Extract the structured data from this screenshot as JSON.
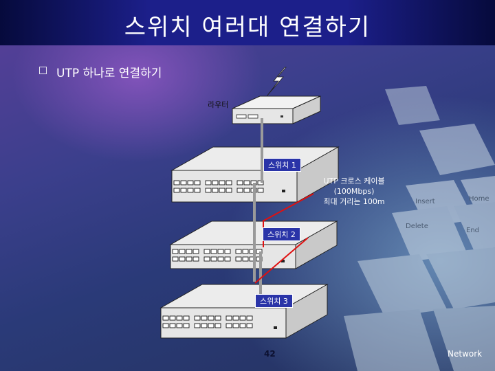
{
  "title": "스위치 여러대 연결하기",
  "bullet": "UTP 하나로 연결하기",
  "router_label": "라우터",
  "switch1_label": "스위치 1",
  "switch2_label": "스위치 2",
  "switch3_label": "스위치 3",
  "cable_note": {
    "line1": "UTP 크로스 케이블",
    "line2": "(100Mbps)",
    "line3": "최대 거리는 100m"
  },
  "page_number": "42",
  "footer": "Network",
  "background_keys": [
    "Insert",
    "Home",
    "Delete",
    "End"
  ],
  "colors": {
    "title_bar": "#1c1f8a",
    "crossover_cable": "#e01010",
    "uplink_cable": "#9a9a9a",
    "device_face": "#e8e8e8"
  },
  "icons": [
    "bullet-square-icon",
    "lightning-icon"
  ]
}
